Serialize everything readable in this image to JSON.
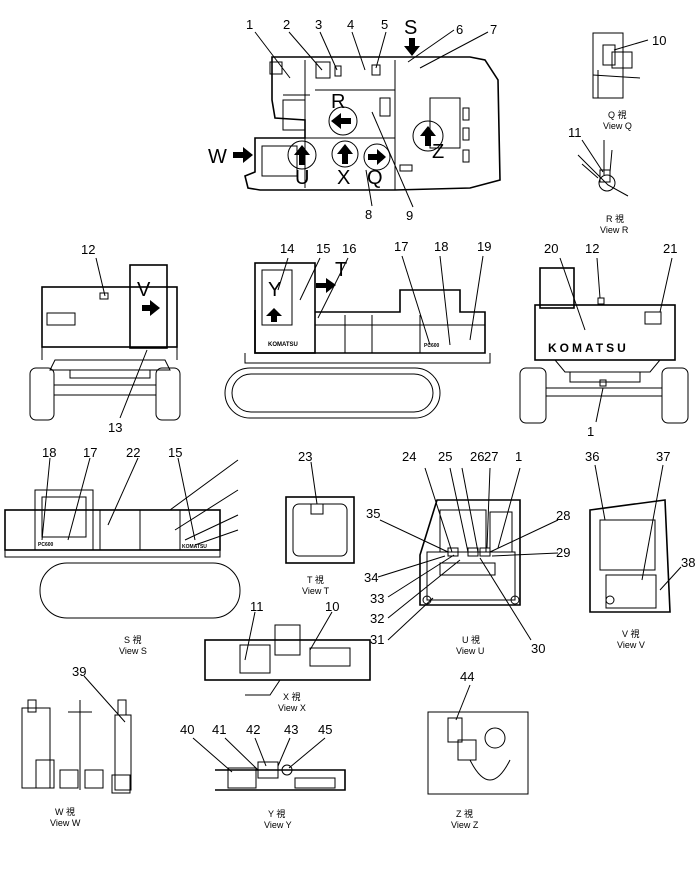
{
  "callouts": [
    "1",
    "2",
    "3",
    "4",
    "5",
    "6",
    "7",
    "8",
    "9",
    "10",
    "11",
    "12",
    "13",
    "14",
    "15",
    "16",
    "17",
    "18",
    "19",
    "20",
    "21",
    "22",
    "23",
    "24",
    "25",
    "26",
    "27",
    "28",
    "29",
    "30",
    "31",
    "32",
    "33",
    "34",
    "35",
    "36",
    "37",
    "38",
    "39",
    "40",
    "41",
    "42",
    "43",
    "44",
    "45"
  ],
  "view_letters": {
    "S": "S",
    "W": "W",
    "U": "U",
    "X": "X",
    "Q": "Q",
    "R": "R",
    "Z": "Z",
    "V": "V",
    "Y": "Y",
    "T": "T"
  },
  "view_captions": {
    "Q": {
      "jp": "Q 視",
      "en": "View Q"
    },
    "R": {
      "jp": "R 視",
      "en": "View R"
    },
    "T": {
      "jp": "T 視",
      "en": "View T"
    },
    "S": {
      "jp": "S 視",
      "en": "View S"
    },
    "U": {
      "jp": "U 視",
      "en": "View U"
    },
    "V": {
      "jp": "V 視",
      "en": "View V"
    },
    "X": {
      "jp": "X 視",
      "en": "View X"
    },
    "W": {
      "jp": "W 視",
      "en": "View W"
    },
    "Y": {
      "jp": "Y 視",
      "en": "View Y"
    },
    "Z": {
      "jp": "Z 視",
      "en": "View Z"
    }
  },
  "brand_text": {
    "big": "KOMATSU",
    "small": "KOMATSU",
    "model": "PC600"
  }
}
